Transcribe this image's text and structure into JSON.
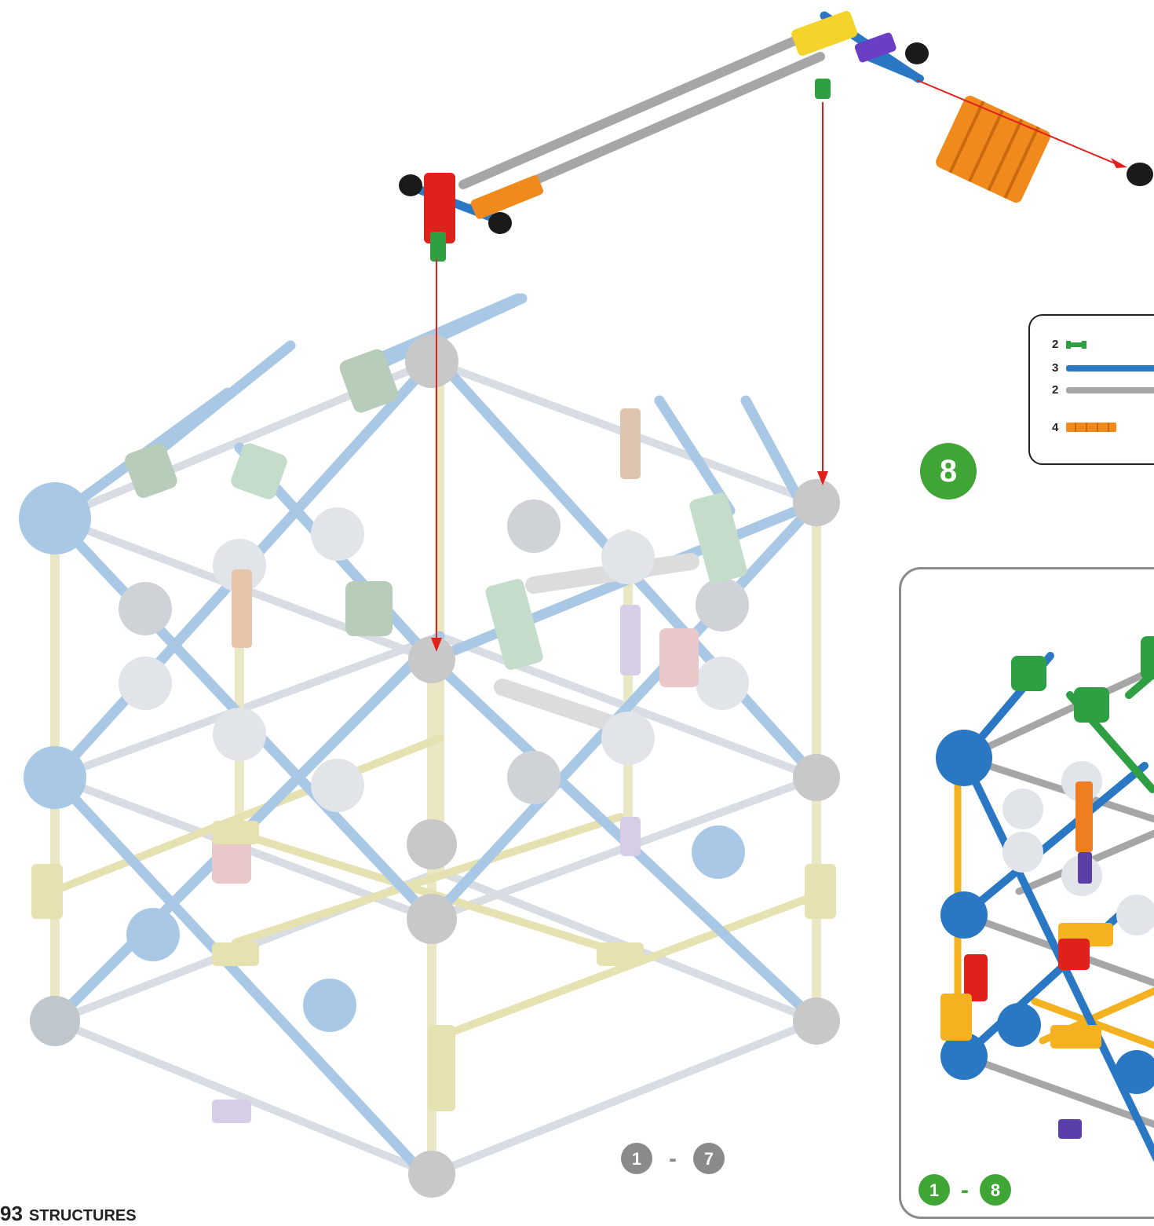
{
  "step": {
    "number": "8"
  },
  "parts_list": [
    {
      "qty": "2",
      "part": "green-connector-icon"
    },
    {
      "qty": "3",
      "part": "blue-rod-icon"
    },
    {
      "qty": "2",
      "part": "gray-rod-icon"
    },
    {
      "qty": "4",
      "part": "orange-connector-icon"
    }
  ],
  "main_range": {
    "from": "1",
    "sep": "-",
    "to": "7"
  },
  "preview_range": {
    "from": "1",
    "sep": "-",
    "to": "8"
  },
  "footer": {
    "page": "93",
    "title": "STRUCTURES"
  },
  "colors": {
    "step_green": "#3fa535",
    "range_gray": "#8a8a8a",
    "arrow_red": "#e0201b",
    "rod_light_blue": "#a9c8e6",
    "rod_gray": "#a6a6a6",
    "rod_blue": "#2a78c4",
    "orange": "#f08a1c"
  }
}
